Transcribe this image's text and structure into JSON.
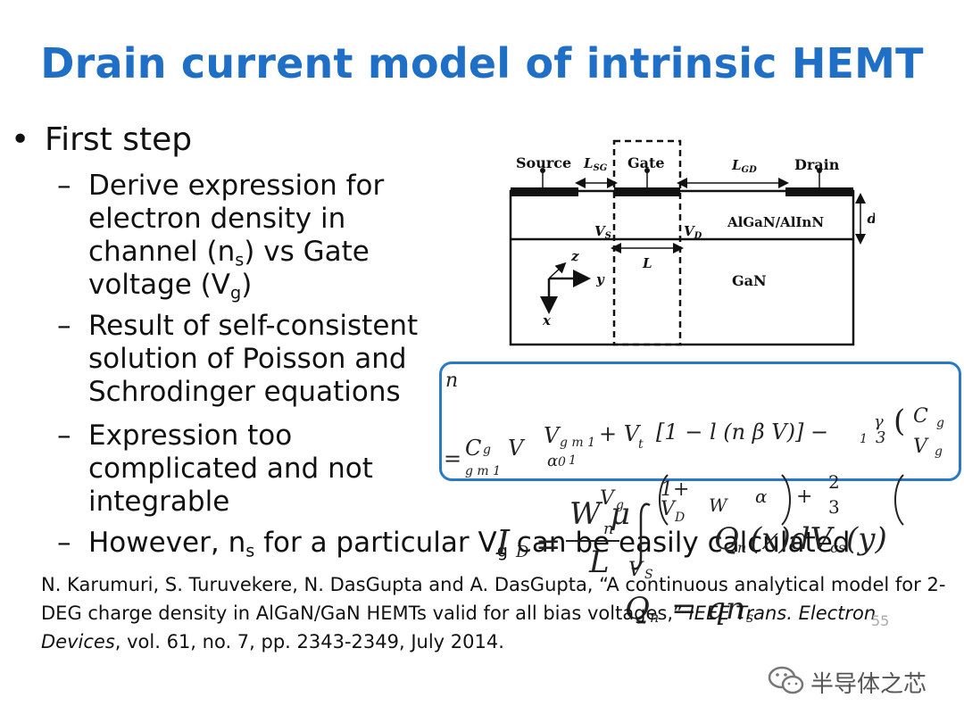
{
  "slide": {
    "title": "Drain current model of intrinsic HEMT",
    "bullet_l1": {
      "marker": "•",
      "text": "First step"
    },
    "sub_bullets": [
      {
        "marker": "–",
        "lines": [
          "Derive expression for",
          "electron density in"
        ],
        "line3_prefix": "channel (n",
        "line3_sub": "s",
        "line3_suffix": ") vs Gate",
        "line4_prefix": "voltage (V",
        "line4_sub": "g",
        "line4_suffix": ")"
      },
      {
        "marker": "–",
        "lines": [
          "Result of self-consistent",
          "solution of Poisson and",
          "Schrodinger equations"
        ]
      },
      {
        "marker": "–",
        "lines": [
          "Expression too",
          "complicated and not",
          "integrable"
        ]
      },
      {
        "marker": "–",
        "prefix": "However, n",
        "sub1": "s",
        "middle": " for a  particular V",
        "sub2": "g",
        "suffix": " can be easily calculated"
      }
    ],
    "reference": {
      "authors": "N. Karumuri, S. Turuvekere, N. DasGupta and A. DasGupta, “A continuous analytical model for 2-DEG charge density in AlGaN/GaN HEMTs valid for all bias voltages,” ",
      "journal": "IEEE Trans. Electron Devices",
      "details": ", vol. 61, no. 7, pp. 2343-2349, July 2014."
    },
    "page_number": "55",
    "watermark": "半导体之芯"
  },
  "figure": {
    "labels": {
      "source": "Source",
      "gate": "Gate",
      "drain": "Drain",
      "lsg": "L",
      "lsg_sub": "SG",
      "lgd": "L",
      "lgd_sub": "GD",
      "barrier": "AlGaN/AlInN",
      "channel": "GaN",
      "d": "d",
      "vs": "V",
      "vs_sub": "S",
      "vd": "V",
      "vd_sub": "D",
      "l": "L",
      "axis_z": "z",
      "axis_y": "y",
      "axis_x": "x"
    }
  },
  "equations": {
    "boxed_fragments": [
      "n",
      "=",
      "C",
      "g",
      "V",
      "g m 1",
      "V",
      "g  m  1",
      "+ V",
      "t",
      "[1 − l  (n   β  V)] −",
      "1",
      "γ",
      "3",
      "(",
      "C",
      "g",
      "V",
      "g",
      "α",
      "1",
      "0"
    ],
    "lower_fragments": [
      "W μ",
      "n",
      "L",
      "I",
      "D",
      "=",
      "V",
      "S",
      "V",
      "D",
      "Q",
      "n",
      "(x)dV",
      "cs",
      "(y)",
      "Q",
      "n",
      "= qn",
      "s",
      "1+",
      "α",
      "+",
      "2",
      "3",
      "V",
      "g",
      "W"
    ]
  }
}
